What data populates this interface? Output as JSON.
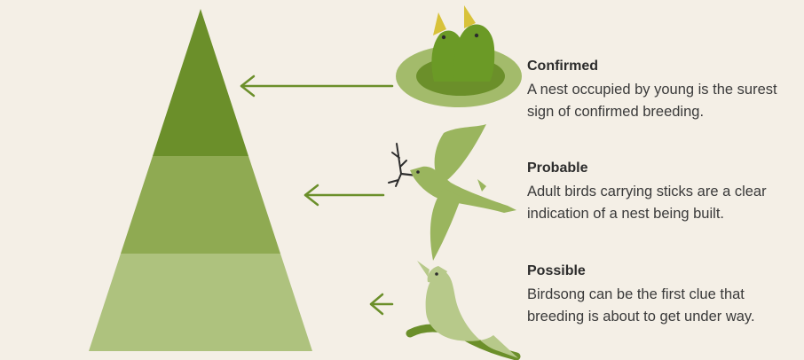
{
  "levels": [
    {
      "title": "Confirmed",
      "description_line1": "A nest occupied by young is the surest",
      "description_line2": "sign of confirmed breeding.",
      "color": "#6b8f2a",
      "illustration": "nestlings-in-nest-icon"
    },
    {
      "title": "Probable",
      "description_line1": "Adult birds carrying sticks are a clear",
      "description_line2": "indication of a nest being built.",
      "color": "#8faa52",
      "illustration": "bird-carrying-stick-icon"
    },
    {
      "title": "Possible",
      "description_line1": "Birdsong can be the first clue that",
      "description_line2": "breeding is about to get under way.",
      "color": "#aec27e",
      "illustration": "singing-bird-icon"
    }
  ],
  "colors": {
    "background": "#f4efe6",
    "arrow": "#6b8f2a",
    "bird_dark": "#6b9a26",
    "bird_mid": "#9ab55e",
    "bird_light": "#b7c98a",
    "beak": "#d8c23a"
  }
}
